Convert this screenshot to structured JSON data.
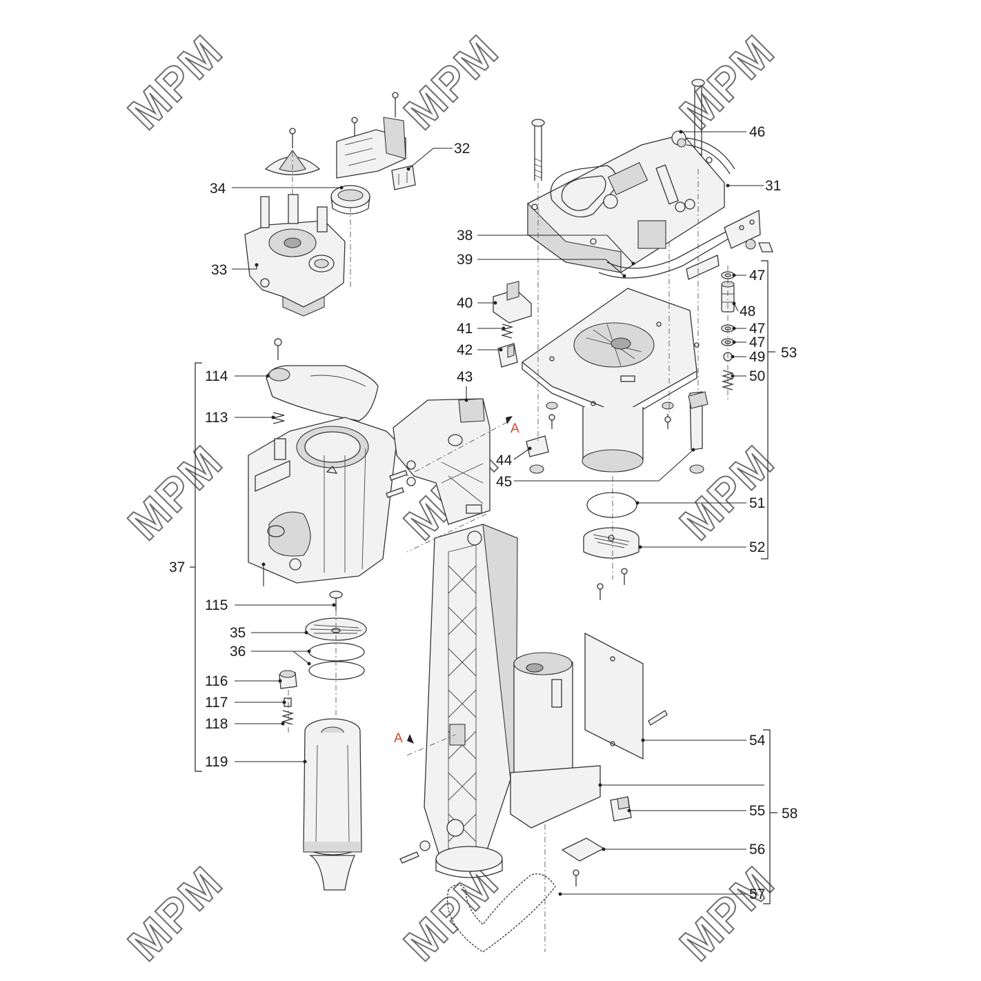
{
  "diagram": {
    "watermark": "MPM",
    "accent_color": "#d9432b",
    "section_marker": "A",
    "parts": [
      "31",
      "32",
      "33",
      "34",
      "35",
      "36",
      "37",
      "38",
      "39",
      "40",
      "41",
      "42",
      "43",
      "44",
      "45",
      "46",
      "47",
      "48",
      "47",
      "47",
      "49",
      "50",
      "51",
      "52",
      "53",
      "54",
      "55",
      "56",
      "57",
      "58",
      "113",
      "114",
      "115",
      "116",
      "117",
      "118",
      "119"
    ]
  }
}
